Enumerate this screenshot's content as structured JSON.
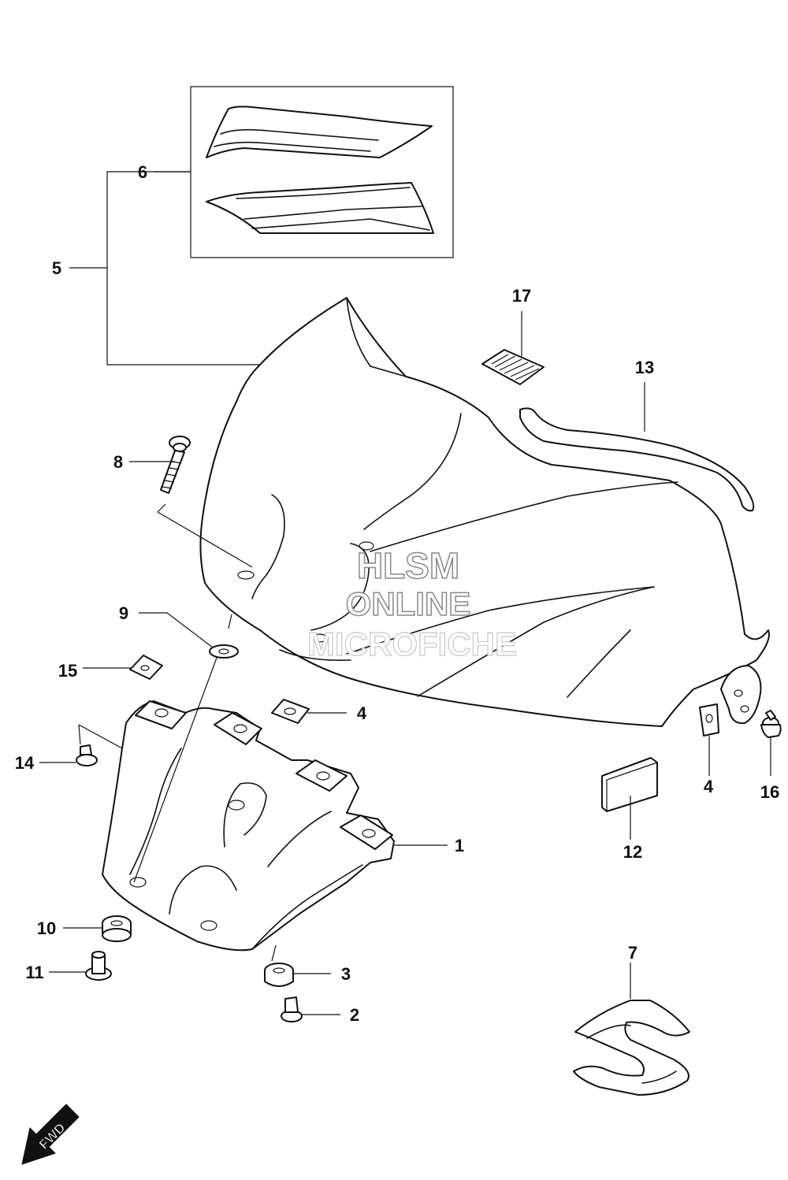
{
  "callouts": {
    "c1": "1",
    "c2": "2",
    "c3": "3",
    "c4a": "4",
    "c4b": "4",
    "c5": "5",
    "c6": "6",
    "c7": "7",
    "c8": "8",
    "c9": "9",
    "c10": "10",
    "c11": "11",
    "c12": "12",
    "c13": "13",
    "c14": "14",
    "c15": "15",
    "c16": "16",
    "c17": "17"
  },
  "watermark": {
    "line1": "HLSM",
    "line2": "ONLINE",
    "line3": "MICROFICHE"
  },
  "direction": {
    "label": "FWD"
  }
}
